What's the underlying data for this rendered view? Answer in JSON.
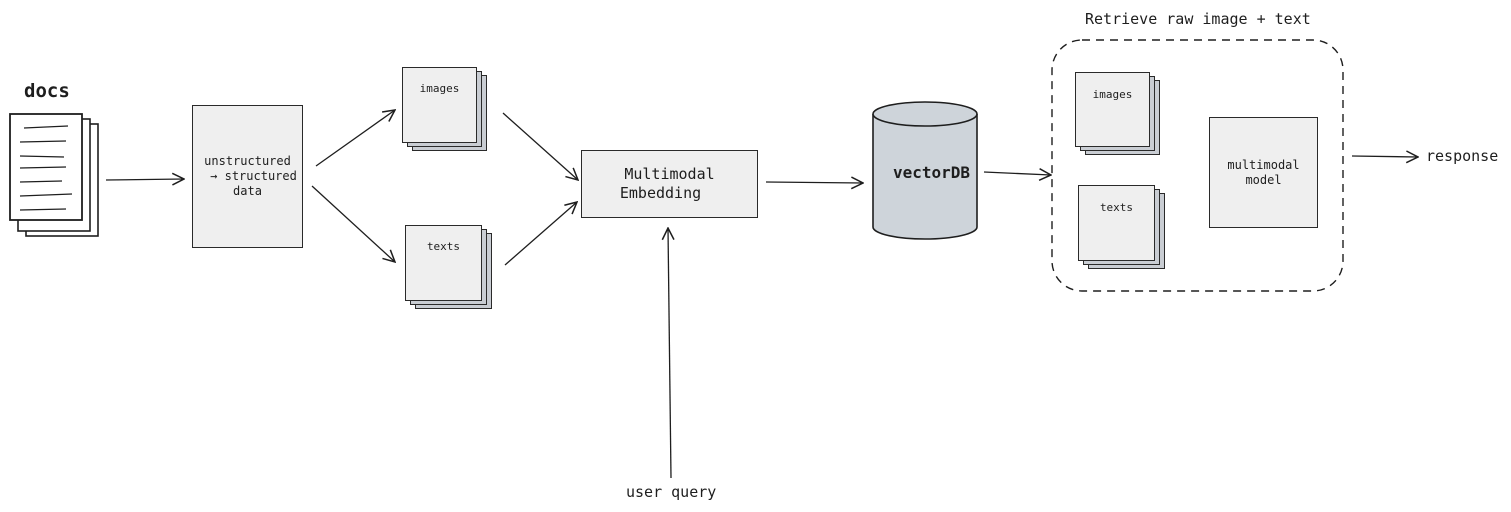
{
  "labels": {
    "docs": "docs",
    "converter_line1": "unstructured",
    "converter_line2": "→ structured",
    "converter_line3": "data",
    "images_1": "images",
    "texts_1": "texts",
    "embedding_line1": "Multimodal",
    "embedding_line2": "Embedding",
    "user_query": "user query",
    "vectordb": "vectorDB",
    "retrieve_title": "Retrieve raw image + text",
    "images_2": "images",
    "texts_2": "texts",
    "model_line1": "multimodal",
    "model_line2": "model",
    "response": "response"
  },
  "colors": {
    "stroke": "#1e1e1e",
    "box_fill": "#efefef",
    "stack_shadow": "#c9cdd3",
    "db_fill": "#ced4da"
  }
}
